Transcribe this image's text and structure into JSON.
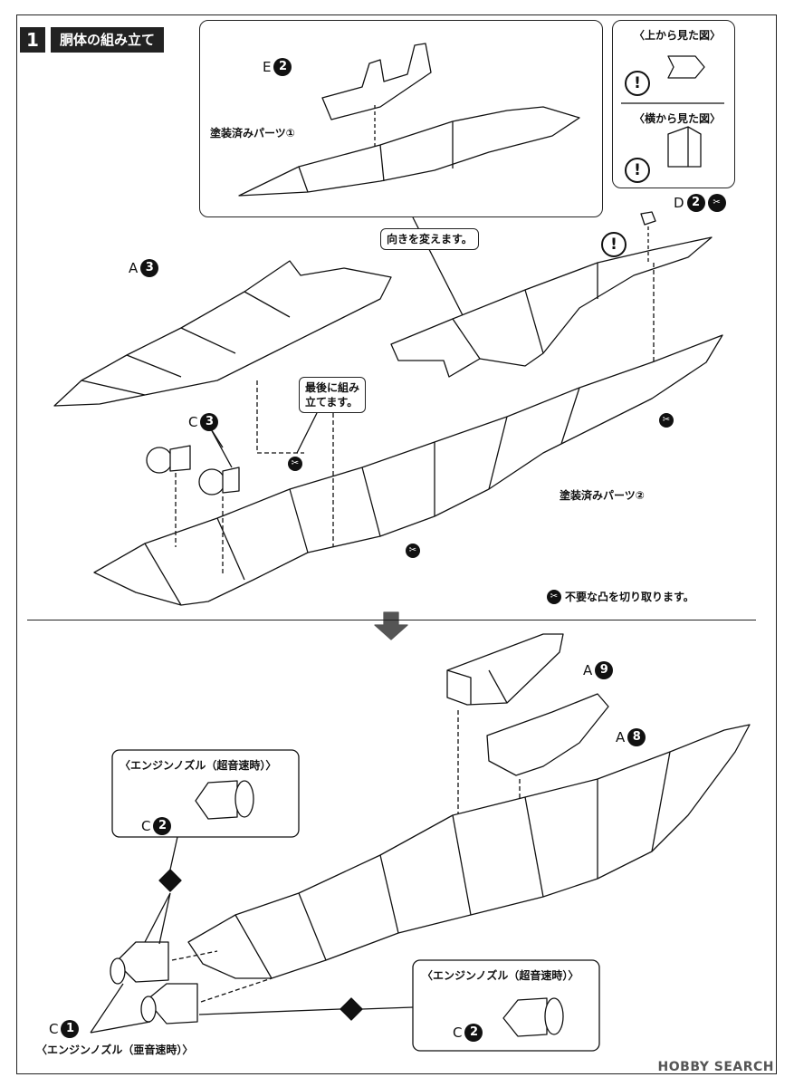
{
  "step": {
    "number": "1",
    "title": "胴体の組み立て"
  },
  "parts": {
    "e2": {
      "letter": "E",
      "num": "2"
    },
    "a3": {
      "letter": "A",
      "num": "3"
    },
    "c3": {
      "letter": "C",
      "num": "3"
    },
    "d2": {
      "letter": "D",
      "num": "2"
    },
    "a9": {
      "letter": "A",
      "num": "9"
    },
    "a8": {
      "letter": "A",
      "num": "8"
    },
    "c2_top": {
      "letter": "C",
      "num": "2"
    },
    "c2_bottom": {
      "letter": "C",
      "num": "2"
    },
    "c1": {
      "letter": "C",
      "num": "1"
    }
  },
  "labels": {
    "painted_part_1": "塗装済みパーツ①",
    "painted_part_2": "塗装済みパーツ②",
    "view_top": "〈上から見た図〉",
    "view_side": "〈横から見た図〉",
    "change_direction": "向きを変えます。",
    "assemble_last_line1": "最後に組み",
    "assemble_last_line2": "立てます。",
    "cut_note": "不要な凸を切り取ります。",
    "nozzle_supersonic_top": "〈エンジンノズル（超音速時）〉",
    "nozzle_supersonic_bottom": "〈エンジンノズル（超音速時）〉",
    "nozzle_subsonic": "〈エンジンノズル（亜音速時）〉",
    "warn_symbol": "!",
    "knife_symbol": "✂"
  },
  "watermark": "HOBBY SEARCH"
}
